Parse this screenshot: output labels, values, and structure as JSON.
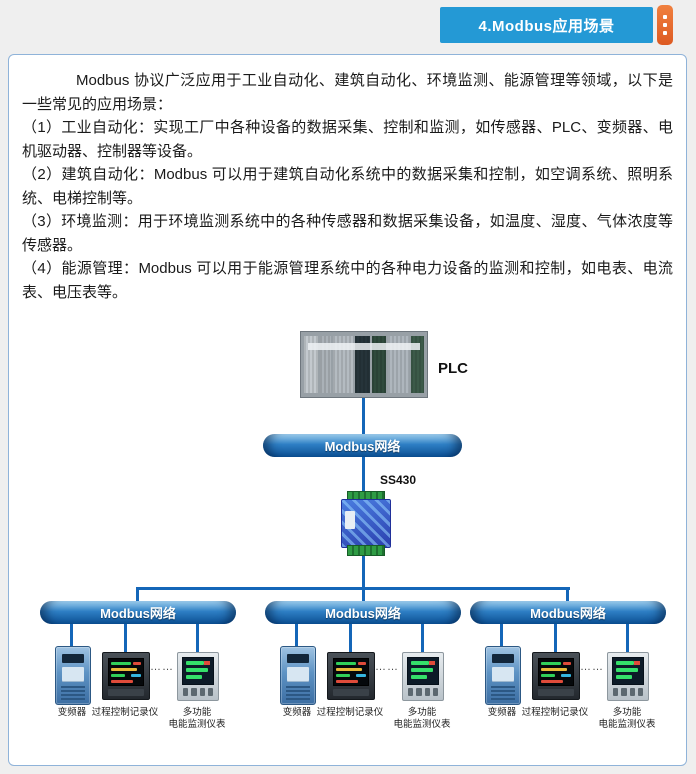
{
  "header": {
    "tab_label": "4.Modbus应用场景"
  },
  "article": {
    "intro": "Modbus 协议广泛应用于工业自动化、建筑自动化、环境监测、能源管理等领域，以下是一些常见的应用场景：",
    "items": [
      "（1）工业自动化：实现工厂中各种设备的数据采集、控制和监测，如传感器、PLC、变频器、电机驱动器、控制器等设备。",
      "（2）建筑自动化：Modbus 可以用于建筑自动化系统中的数据采集和控制，如空调系统、照明系统、电梯控制等。",
      "（3）环境监测：用于环境监测系统中的各种传感器和数据采集设备，如温度、湿度、气体浓度等传感器。",
      "（4）能源管理：Modbus 可以用于能源管理系统中的各种电力设备的监测和控制，如电表、电流表、电压表等。"
    ]
  },
  "diagram": {
    "plc_label": "PLC",
    "gateway_label": "SS430",
    "bus_label": "Modbus网络",
    "dots": "……",
    "labels": {
      "inverter": "变频器",
      "recorder": "过程控制记录仪",
      "meter_line1": "多功能",
      "meter_line2": "电能监测仪表"
    }
  },
  "colors": {
    "tab_blue": "#2499d5",
    "menu_orange": "#e2622a",
    "line_blue": "#1466b8",
    "bus_blue": "#0b4f93"
  }
}
